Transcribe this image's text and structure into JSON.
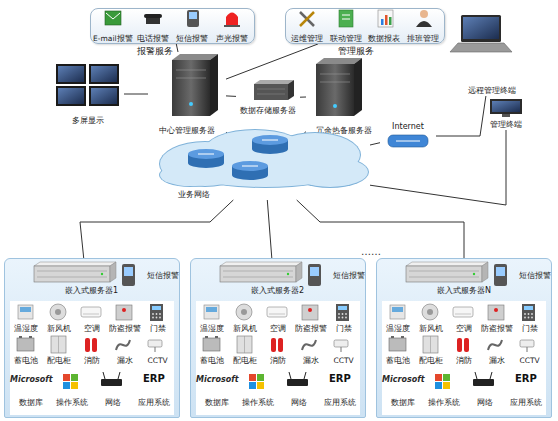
{
  "diagram": {
    "nodes": [
      {
        "text": [
          "报警服务"
        ]
      },
      {
        "text": [
          "E-mail报警"
        ],
        "in": 0
      },
      {
        "text": [
          "电话报警"
        ],
        "in": 0
      },
      {
        "text": [
          "短信报警"
        ],
        "in": 0
      },
      {
        "text": [
          "声光报警"
        ],
        "in": 0
      },
      {
        "text": [
          "管理服务"
        ]
      },
      {
        "text": [
          "运维管理"
        ],
        "in": 5
      },
      {
        "text": [
          "联动管理"
        ],
        "in": 5
      },
      {
        "text": [
          "数据报表"
        ],
        "in": 5
      },
      {
        "text": [
          "排班管理"
        ],
        "in": 5
      },
      {
        "text": [
          "多屏显示"
        ]
      },
      {
        "text": [
          "中心管理服务器"
        ]
      },
      {
        "text": [
          "数据存储服务器"
        ]
      },
      {
        "text": [
          "冗余热备服务器"
        ]
      },
      {
        "text": [
          "远程管理终端"
        ]
      },
      {
        "text": [
          "管理终端"
        ]
      },
      {
        "text": [
          "业务网络"
        ]
      },
      {
        "text": [
          "Internet"
        ]
      },
      {
        "text": [
          "嵌入式服务器1"
        ]
      },
      {
        "text": [
          "短信报警"
        ],
        "in": 18
      },
      {
        "text": [
          "温湿度"
        ],
        "in": 18
      },
      {
        "text": [
          "新风机"
        ],
        "in": 18
      },
      {
        "text": [
          "空调"
        ],
        "in": 18
      },
      {
        "text": [
          "防盗报警"
        ],
        "in": 18
      },
      {
        "text": [
          "门禁"
        ],
        "in": 18
      },
      {
        "text": [
          "蓄电池"
        ],
        "in": 18
      },
      {
        "text": [
          "配电柜"
        ],
        "in": 18
      },
      {
        "text": [
          "消防"
        ],
        "in": 18
      },
      {
        "text": [
          "漏水"
        ],
        "in": 18
      },
      {
        "text": [
          "CCTV"
        ],
        "in": 18
      },
      {
        "text": [
          "数据库"
        ],
        "in": 18
      },
      {
        "text": [
          "操作系统"
        ],
        "in": 18
      },
      {
        "text": [
          "网络"
        ],
        "in": 18
      },
      {
        "text": [
          "应用系统"
        ],
        "in": 18
      },
      {
        "text": [
          "嵌入式服务器2"
        ]
      },
      {
        "text": [
          "短信报警"
        ],
        "in": 34
      },
      {
        "text": [
          "温湿度"
        ],
        "in": 34
      },
      {
        "text": [
          "新风机"
        ],
        "in": 34
      },
      {
        "text": [
          "空调"
        ],
        "in": 34
      },
      {
        "text": [
          "防盗报警"
        ],
        "in": 34
      },
      {
        "text": [
          "门禁"
        ],
        "in": 34
      },
      {
        "text": [
          "蓄电池"
        ],
        "in": 34
      },
      {
        "text": [
          "配电柜"
        ],
        "in": 34
      },
      {
        "text": [
          "消防"
        ],
        "in": 34
      },
      {
        "text": [
          "漏水"
        ],
        "in": 34
      },
      {
        "text": [
          "CCTV"
        ],
        "in": 34
      },
      {
        "text": [
          "数据库"
        ],
        "in": 34
      },
      {
        "text": [
          "操作系统"
        ],
        "in": 34
      },
      {
        "text": [
          "网络"
        ],
        "in": 34
      },
      {
        "text": [
          "应用系统"
        ],
        "in": 34
      },
      {
        "text": [
          "嵌入式服务器N"
        ]
      },
      {
        "text": [
          "短信报警"
        ],
        "in": 50
      },
      {
        "text": [
          "温湿度"
        ],
        "in": 50
      },
      {
        "text": [
          "新风机"
        ],
        "in": 50
      },
      {
        "text": [
          "空调"
        ],
        "in": 50
      },
      {
        "text": [
          "防盗报警"
        ],
        "in": 50
      },
      {
        "text": [
          "门禁"
        ],
        "in": 50
      },
      {
        "text": [
          "蓄电池"
        ],
        "in": 50
      },
      {
        "text": [
          "配电柜"
        ],
        "in": 50
      },
      {
        "text": [
          "消防"
        ],
        "in": 50
      },
      {
        "text": [
          "漏水"
        ],
        "in": 50
      },
      {
        "text": [
          "CCTV"
        ],
        "in": 50
      },
      {
        "text": [
          "数据库"
        ],
        "in": 50
      },
      {
        "text": [
          "操作系统"
        ],
        "in": 50
      },
      {
        "text": [
          "网络"
        ],
        "in": 50
      },
      {
        "text": [
          "应用系统"
        ],
        "in": 50
      }
    ],
    "edges": [
      {
        "from": 0,
        "to": 11,
        "arrow": "none"
      },
      {
        "from": 5,
        "to": 11,
        "arrow": "none"
      },
      {
        "from": 10,
        "to": 11,
        "arrow": "none"
      },
      {
        "from": 11,
        "to": 12,
        "arrow": "none"
      },
      {
        "from": 12,
        "to": 13,
        "arrow": "none"
      },
      {
        "from": 11,
        "to": 16,
        "arrow": "none"
      },
      {
        "from": 13,
        "to": 16,
        "arrow": "none"
      },
      {
        "from": 16,
        "to": 17,
        "arrow": "none"
      },
      {
        "from": 17,
        "to": 14,
        "arrow": "none"
      },
      {
        "from": 16,
        "to": 15,
        "arrow": "none"
      },
      {
        "from": 16,
        "to": 18,
        "arrow": "none"
      },
      {
        "from": 16,
        "to": 34,
        "arrow": "none"
      },
      {
        "from": 16,
        "to": 50,
        "arrow": "none"
      }
    ],
    "labels": [
      "……",
      "Microsoft",
      "ERP",
      "Microsoft",
      "ERP",
      "Microsoft",
      "ERP"
    ]
  }
}
